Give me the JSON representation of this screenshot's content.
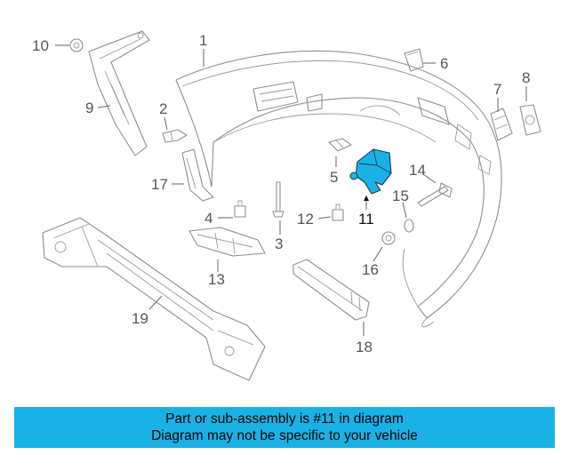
{
  "callouts": {
    "c1": "1",
    "c2": "2",
    "c3": "3",
    "c4": "4",
    "c5": "5",
    "c6": "6",
    "c7": "7",
    "c8": "8",
    "c9": "9",
    "c10": "10",
    "c11": "11",
    "c12": "12",
    "c13": "13",
    "c14": "14",
    "c15": "15",
    "c16": "16",
    "c17": "17",
    "c18": "18",
    "c19": "19"
  },
  "highlight_part": "11",
  "colors": {
    "highlight": "#1ab2e6",
    "line": "#8e8e8e",
    "banner": "#1ab2e6"
  },
  "footer": {
    "line1": "Part or sub-assembly is #11 in diagram",
    "line2": "Diagram may not be specific to your vehicle"
  }
}
